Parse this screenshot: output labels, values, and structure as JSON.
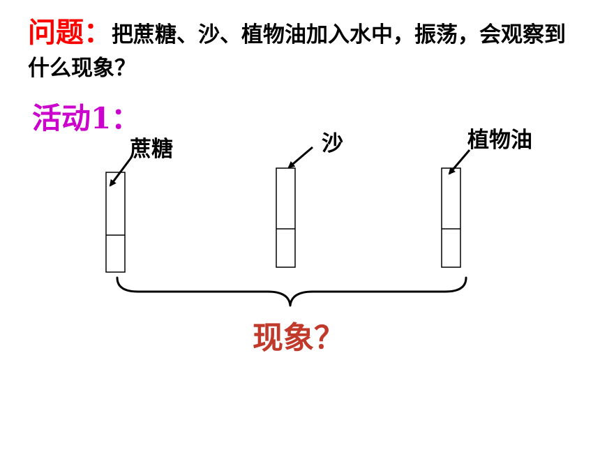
{
  "question": {
    "label": "问题：",
    "text": "把蔗糖、沙、植物油加入水中，振荡，会观察到什么现象？"
  },
  "activity": {
    "title": "活动1："
  },
  "tubes": [
    {
      "label": "蔗糖"
    },
    {
      "label": "沙"
    },
    {
      "label": "植物油"
    }
  ],
  "result": {
    "text": "现象？"
  },
  "colors": {
    "question_label": "#ff0000",
    "activity_title": "#cc00cc",
    "result_text": "#c0392b",
    "line": "#000000"
  }
}
